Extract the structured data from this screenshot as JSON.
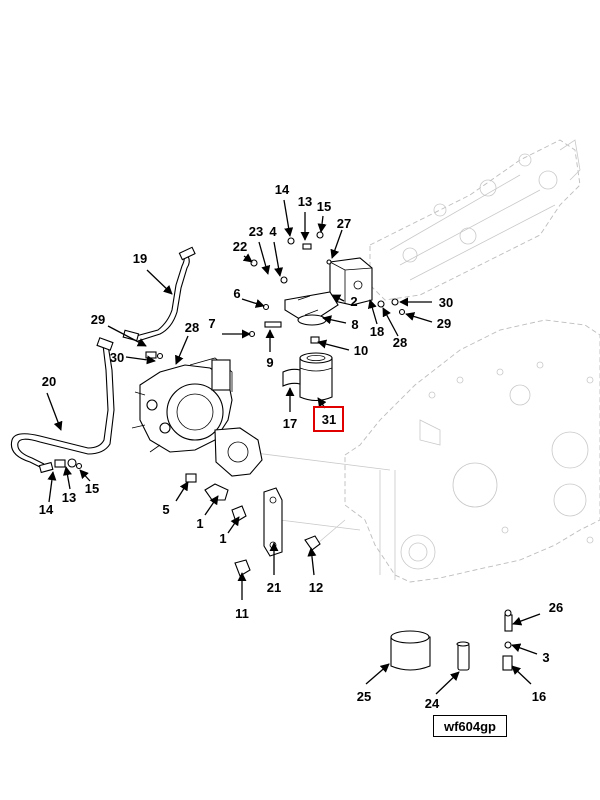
{
  "diagram": {
    "drawing_code": "wf604gp",
    "highlight_color": "#e00000",
    "highlighted_callout": "31",
    "callouts": [
      "14",
      "13",
      "15",
      "27",
      "23",
      "4",
      "22",
      "19",
      "6",
      "2",
      "30",
      "7",
      "8",
      "29",
      "18",
      "28",
      "29",
      "30",
      "28",
      "9",
      "10",
      "20",
      "17",
      "31",
      "13",
      "14",
      "15",
      "5",
      "1",
      "1",
      "21",
      "12",
      "11",
      "26",
      "3",
      "25",
      "24",
      "16"
    ]
  }
}
